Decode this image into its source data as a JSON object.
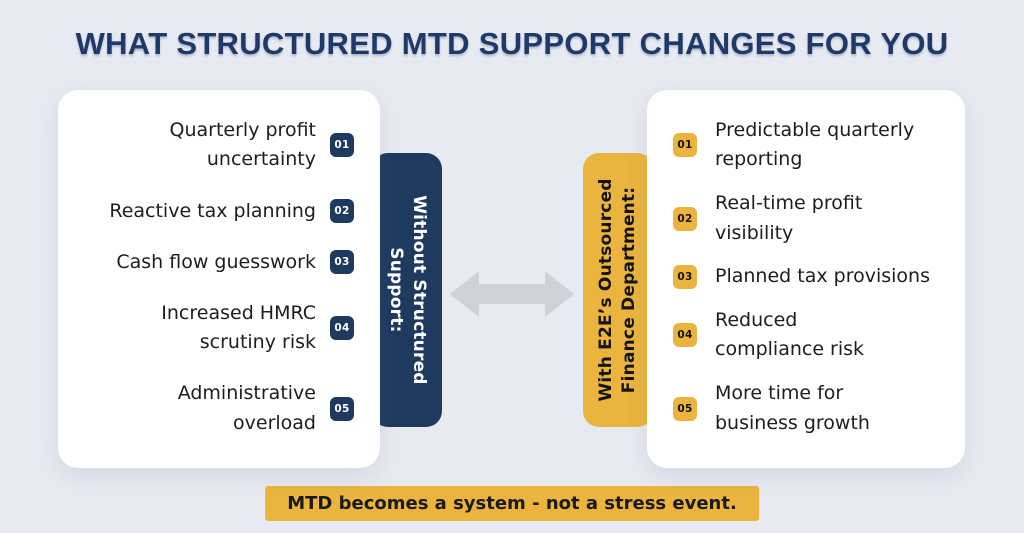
{
  "title": "WHAT STRUCTURED MTD SUPPORT CHANGES FOR YOU",
  "left_panel": {
    "items": [
      {
        "num": "01",
        "label": "Quarterly profit\nuncertainty"
      },
      {
        "num": "02",
        "label": "Reactive tax planning"
      },
      {
        "num": "03",
        "label": "Cash flow guesswork"
      },
      {
        "num": "04",
        "label": "Increased HMRC\nscrutiny risk"
      },
      {
        "num": "05",
        "label": "Administrative\noverload"
      }
    ]
  },
  "right_panel": {
    "items": [
      {
        "num": "01",
        "label": "Predictable quarterly\nreporting"
      },
      {
        "num": "02",
        "label": "Real-time profit\nvisibility"
      },
      {
        "num": "03",
        "label": "Planned tax provisions"
      },
      {
        "num": "04",
        "label": "Reduced\ncompliance risk"
      },
      {
        "num": "05",
        "label": "More time for\nbusiness growth"
      }
    ]
  },
  "without_column": {
    "label": "Without Structured\nSupport:"
  },
  "with_column": {
    "label": "With E2E’s Outsourced\nFinance Department:"
  },
  "banner": {
    "text": "MTD becomes a system - not a stress event."
  },
  "colors": {
    "background": "#e8eaf2",
    "navy": "#1e3a5f",
    "title_navy": "#1f3a68",
    "yellow": "#eab43e",
    "card_white": "#ffffff",
    "arrow_gray": "#ccd1da",
    "body_text": "#1d1d1f"
  }
}
